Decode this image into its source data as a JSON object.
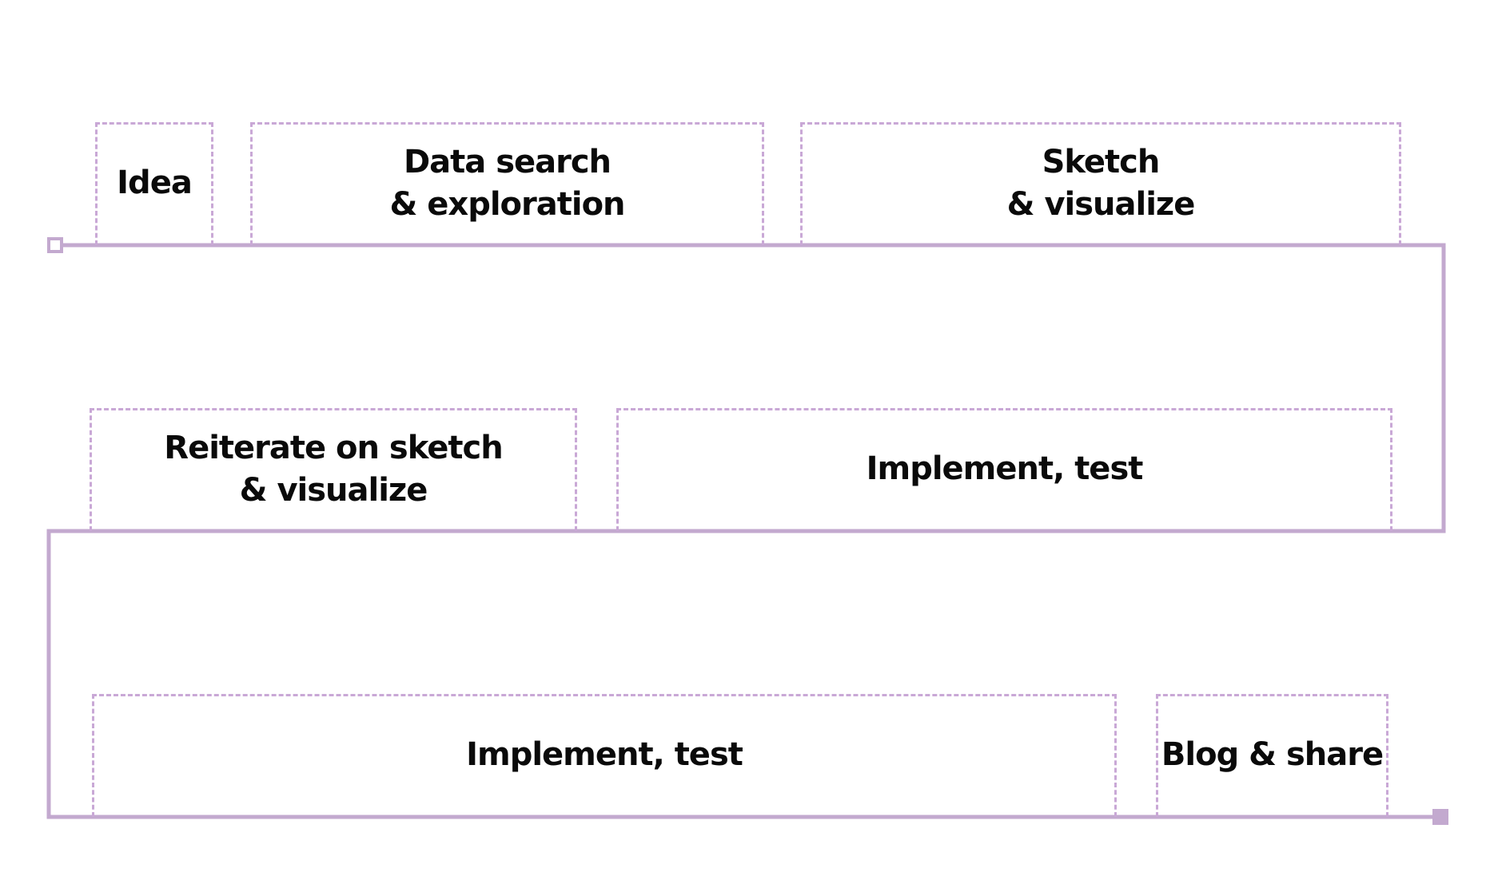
{
  "colors": {
    "path": "#c3a9cf",
    "stage_border": "#c9a8d6",
    "text": "#0a0a0a",
    "background": "#ffffff"
  },
  "stages": [
    {
      "id": "idea",
      "label": "Idea"
    },
    {
      "id": "data-search",
      "label": "Data search\n& exploration"
    },
    {
      "id": "sketch",
      "label": "Sketch\n& visualize"
    },
    {
      "id": "reiterate",
      "label": "Reiterate on sketch\n& visualize"
    },
    {
      "id": "implement-1",
      "label": "Implement, test"
    },
    {
      "id": "implement-2",
      "label": "Implement, test"
    },
    {
      "id": "blog",
      "label": "Blog & share"
    }
  ],
  "markers": {
    "start": "hollow-square",
    "end": "filled-square"
  }
}
